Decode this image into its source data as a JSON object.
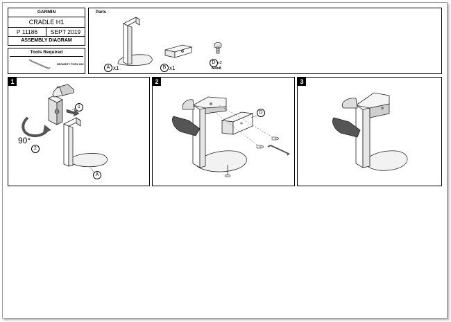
{
  "title_block": {
    "brand": "GARMIN",
    "product": "CRADLE H1",
    "part_number": "P 11186",
    "date": "SEPT 2019",
    "doc_title": "ASSEMBLY DIAGRAM"
  },
  "tools": {
    "heading": "Tools Required",
    "item_label": "SECURITY TORX X20"
  },
  "parts": {
    "heading": "Parts",
    "items": [
      {
        "callout": "A",
        "qty": "x1"
      },
      {
        "callout": "B",
        "qty": "x1"
      },
      {
        "callout": "D",
        "qty": "x2",
        "note": "M4x8"
      }
    ]
  },
  "steps": [
    {
      "number": "1",
      "angle": "90°",
      "callouts": [
        "1",
        "2",
        "A"
      ]
    },
    {
      "number": "2",
      "callouts": [
        "D"
      ]
    },
    {
      "number": "3"
    }
  ]
}
